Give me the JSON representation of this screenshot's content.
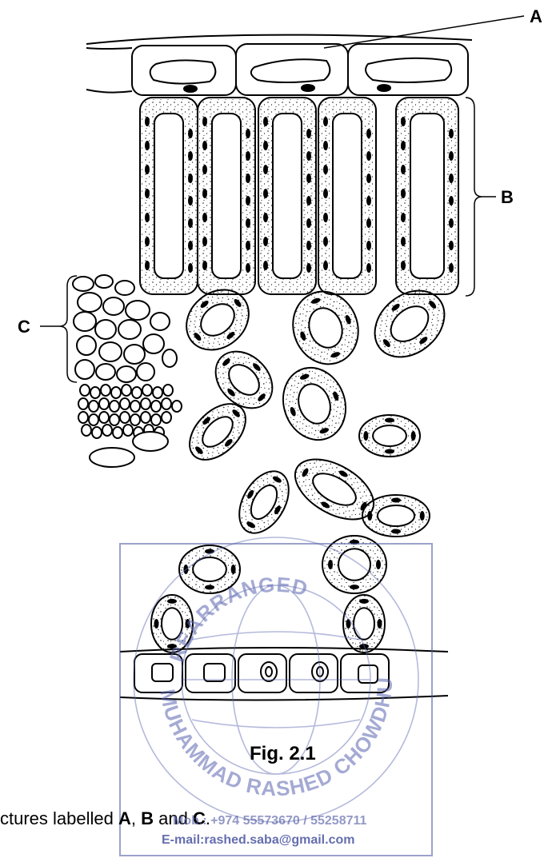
{
  "labels": {
    "a": "A",
    "b": "B",
    "c": "C"
  },
  "caption": "Fig. 2.1",
  "question_fragment": {
    "prefix": "ctures labelled ",
    "a": "A",
    "comma": ", ",
    "b": "B",
    "and": " and ",
    "c": "C",
    "period": "."
  },
  "watermark": {
    "top_arc": "REARRANGED",
    "bottom_arc": "MUHAMMAD RASHED CHOWDHURY",
    "phone": "Mob.: +974 55573670 / 55258711",
    "email": "E-mail:rashed.saba@gmail.com",
    "color": "#4a55a0"
  }
}
